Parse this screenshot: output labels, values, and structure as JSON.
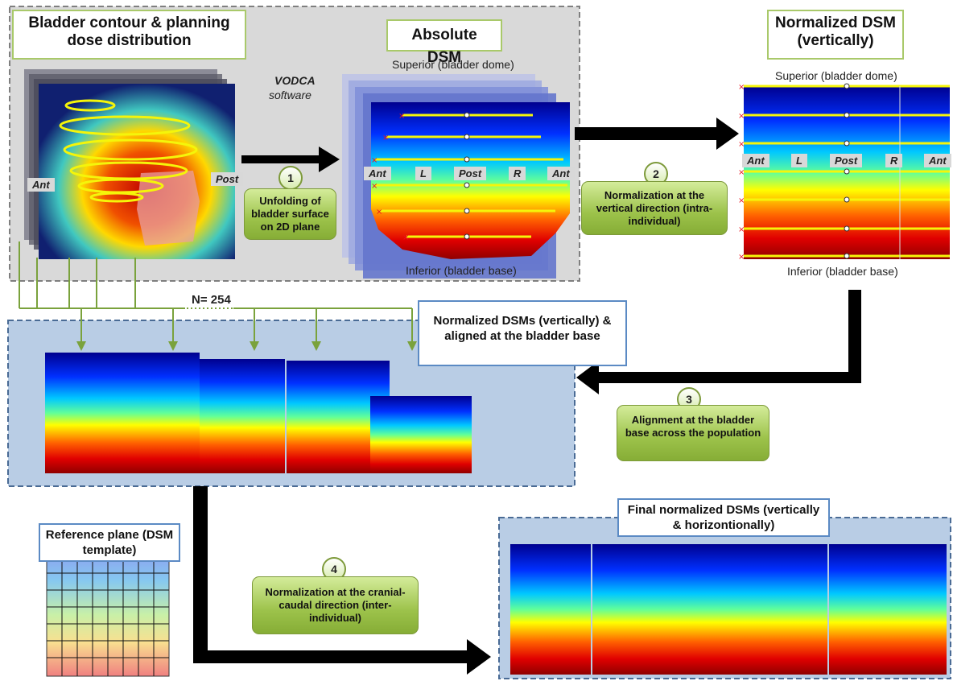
{
  "labels": {
    "bladder_contour": "Bladder contour & planning dose distribution",
    "absolute_dsm": "Absolute DSM",
    "normalized_dsm": "Normalized DSM (vertically)",
    "normalized_aligned": "Normalized DSMs (vertically) & aligned at the bladder base",
    "reference_plane": "Reference plane (DSM template)",
    "final_normalized": "Final normalized DSMs (vertically & horizontionally)"
  },
  "software": {
    "name": "VODCA",
    "suffix": "software"
  },
  "steps": [
    {
      "number": "1",
      "text": "Unfolding of bladder surface on 2D plane"
    },
    {
      "number": "2",
      "text": "Normalization at the vertical direction (intra-individual)"
    },
    {
      "number": "3",
      "text": "Alignment at the bladder base across the population"
    },
    {
      "number": "4",
      "text": "Normalization at the cranial-caudal direction (inter-individual)"
    }
  ],
  "orientation": {
    "superior": "Superior (bladder dome)",
    "inferior": "Inferior (bladder base)",
    "ant": "Ant",
    "post": "Post",
    "left": "L",
    "right": "R"
  },
  "population": "N= 254",
  "colors": {
    "label_border_green": "#a9c96a",
    "label_border_blue": "#5b8ac4",
    "step_green": "#9cc24a",
    "panel_grey": "#d9d9d9",
    "panel_blue": "#b9cde5",
    "contour_yellow": "#f5f50a",
    "marker_red": "#e8141e",
    "arrow_black": "#000000",
    "arrow_green": "#7aa23c"
  }
}
